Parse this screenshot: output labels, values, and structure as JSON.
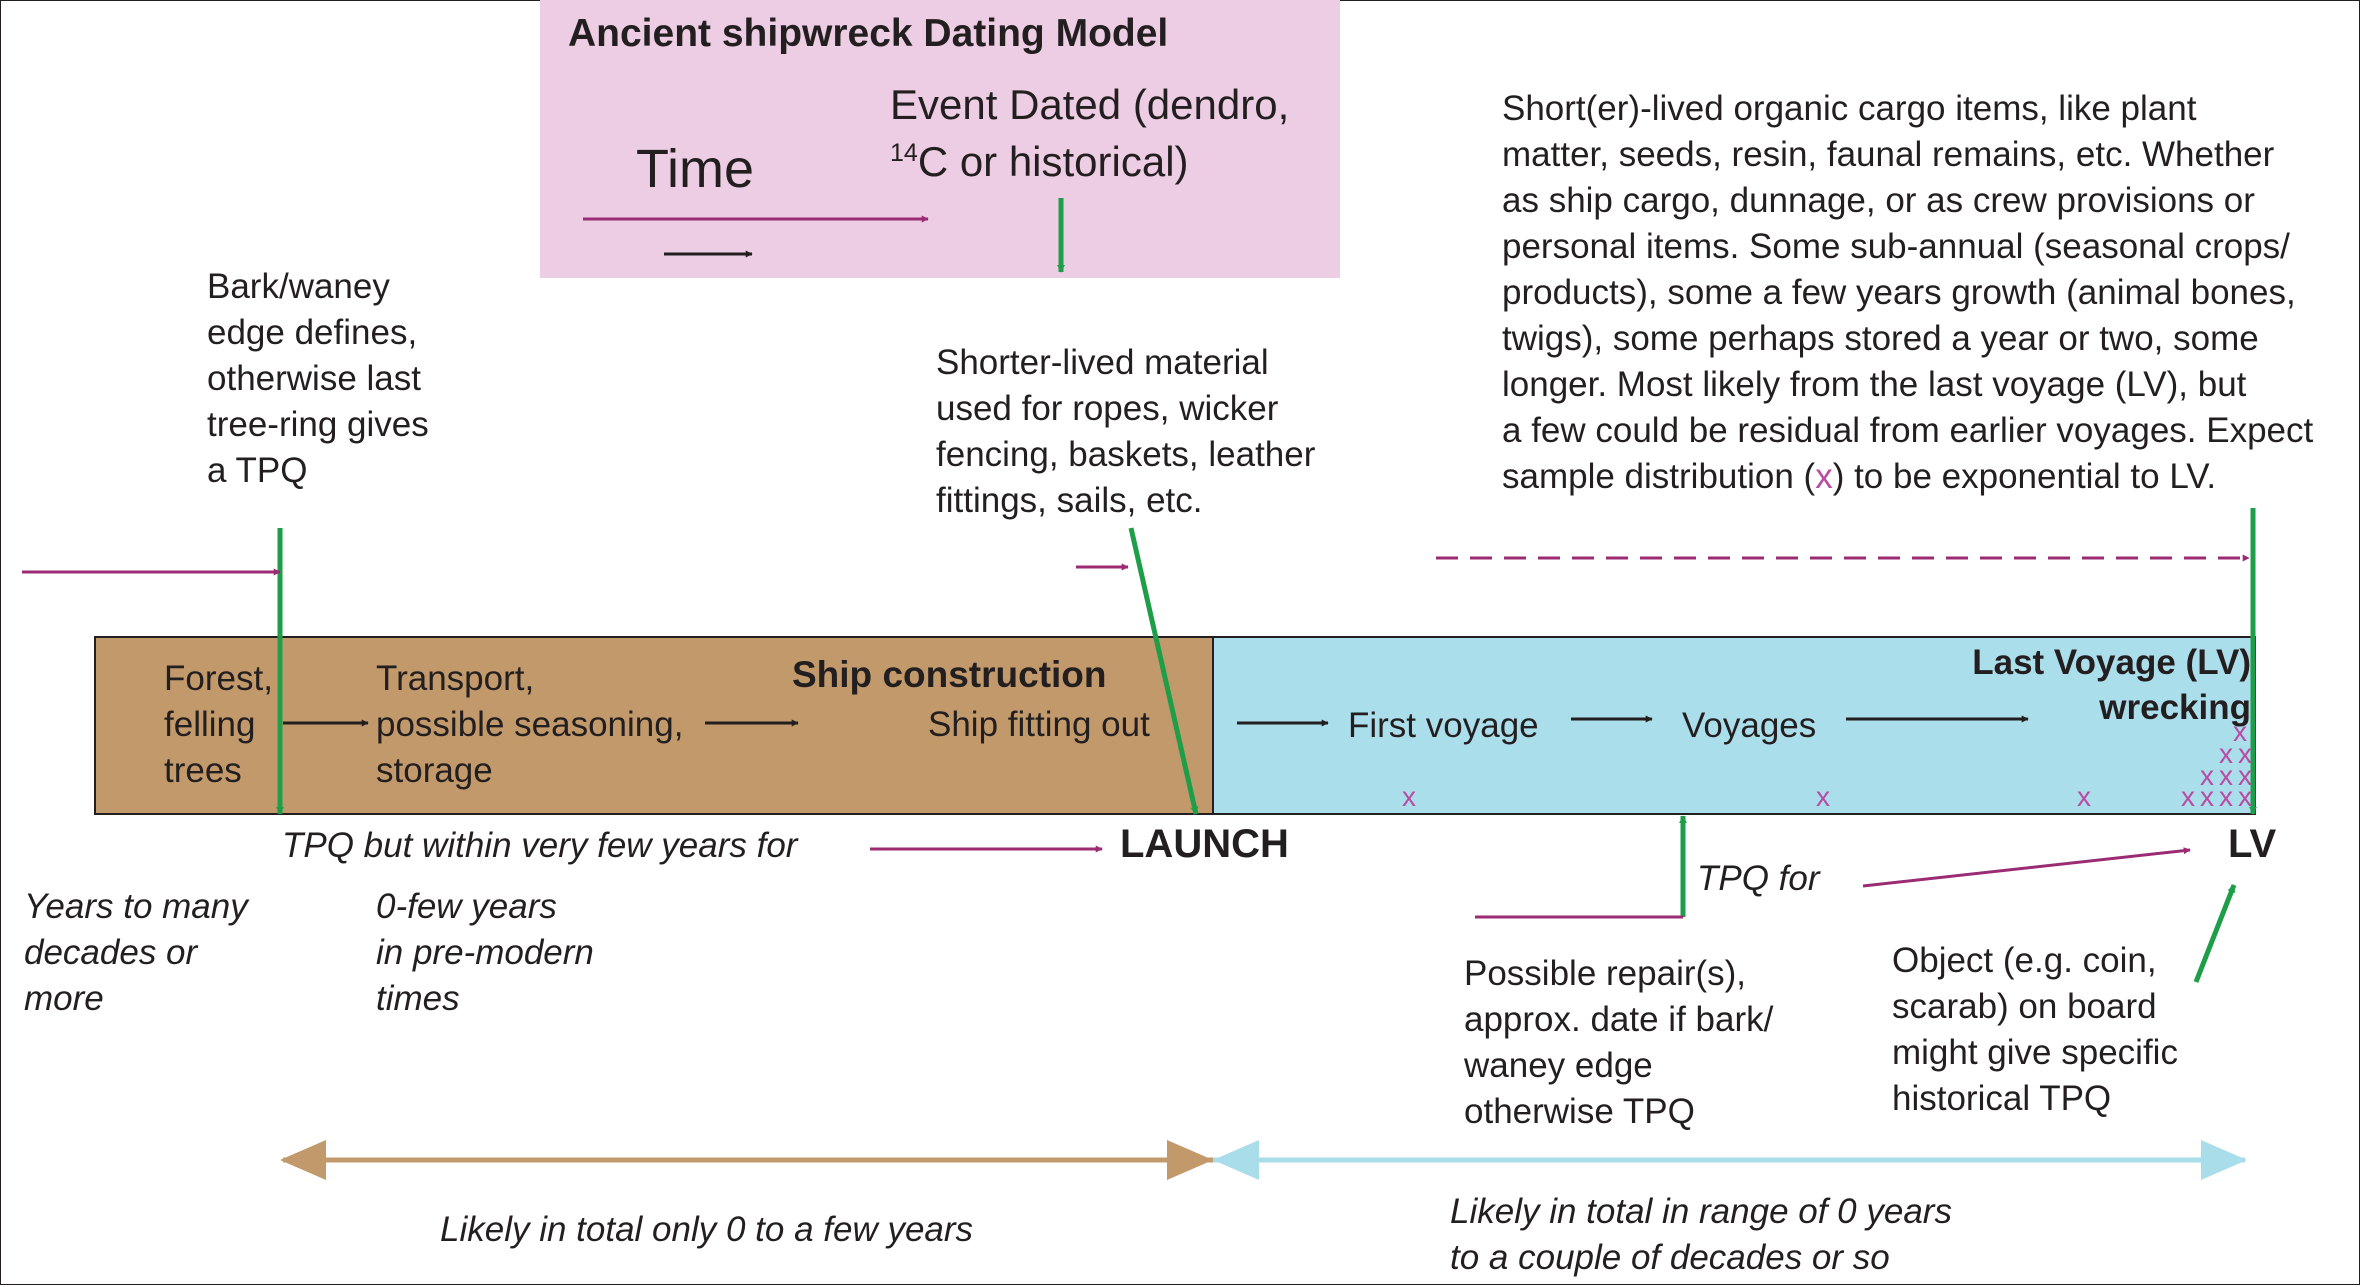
{
  "legend": {
    "title": "Ancient shipwreck Dating Model",
    "time_label": "Time",
    "event_line1": "Event Dated (dendro,",
    "event_sup": "14",
    "event_line2": "C or historical)"
  },
  "annotations": {
    "bark": "Bark/waney\nedge defines,\notherwise last\ntree-ring gives\na TPQ",
    "shorter_lived": "Shorter-lived material\nused for ropes, wicker\nfencing, baskets, leather\nfittings, sails, etc.",
    "cargo_part1": "Short(er)-lived organic cargo items, like plant\nmatter, seeds, resin, faunal remains, etc. Whether\nas ship cargo, dunnage, or as crew provisions or\npersonal items. Some sub-annual (seasonal crops/\nproducts), some a few years growth (animal bones,\ntwigs), some perhaps stored a year or two, some\nlonger. Most likely from the last voyage (LV), but\na few could be residual from earlier voyages. Expect\nsample distribution (",
    "cargo_x": "x",
    "cargo_part2": ") to be exponential to LV."
  },
  "construction_phase": {
    "forest": "Forest,\nfelling\ntrees",
    "transport": "Transport,\npossible seasoning,\nstorage",
    "construction": "Ship construction",
    "fitting": "Ship fitting out"
  },
  "voyage_phase": {
    "first_voyage": "First voyage",
    "voyages": "Voyages",
    "last_voyage": "Last Voyage (LV)\nwrecking",
    "sample_mark": "x"
  },
  "milestones": {
    "tpq_launch": "TPQ but within very few years for",
    "launch": "LAUNCH",
    "tpq_for": "TPQ for",
    "lv": "LV"
  },
  "durations": {
    "felling": "Years to many\ndecades or\nmore",
    "transport": "0-few years\nin pre-modern\ntimes",
    "repair": "Possible repair(s),\napprox. date if bark/\nwaney edge\notherwise TPQ",
    "object": "Object (e.g. coin,\nscarab) on board\nmight give specific\nhistorical TPQ"
  },
  "totals": {
    "construction_total": "Likely in total only 0 to a few years",
    "voyage_total": "Likely in total in range of 0 years\nto a couple of decades or so"
  },
  "colors": {
    "legend_bg": "#edcde3",
    "construction_bg": "#c1996a",
    "voyage_bg": "#abdeeb",
    "magenta": "#9b2c73",
    "green": "#1e9e48",
    "x_mark": "#b84ba3",
    "tan_arrow": "#c1996a",
    "blue_arrow": "#a9dde9"
  }
}
